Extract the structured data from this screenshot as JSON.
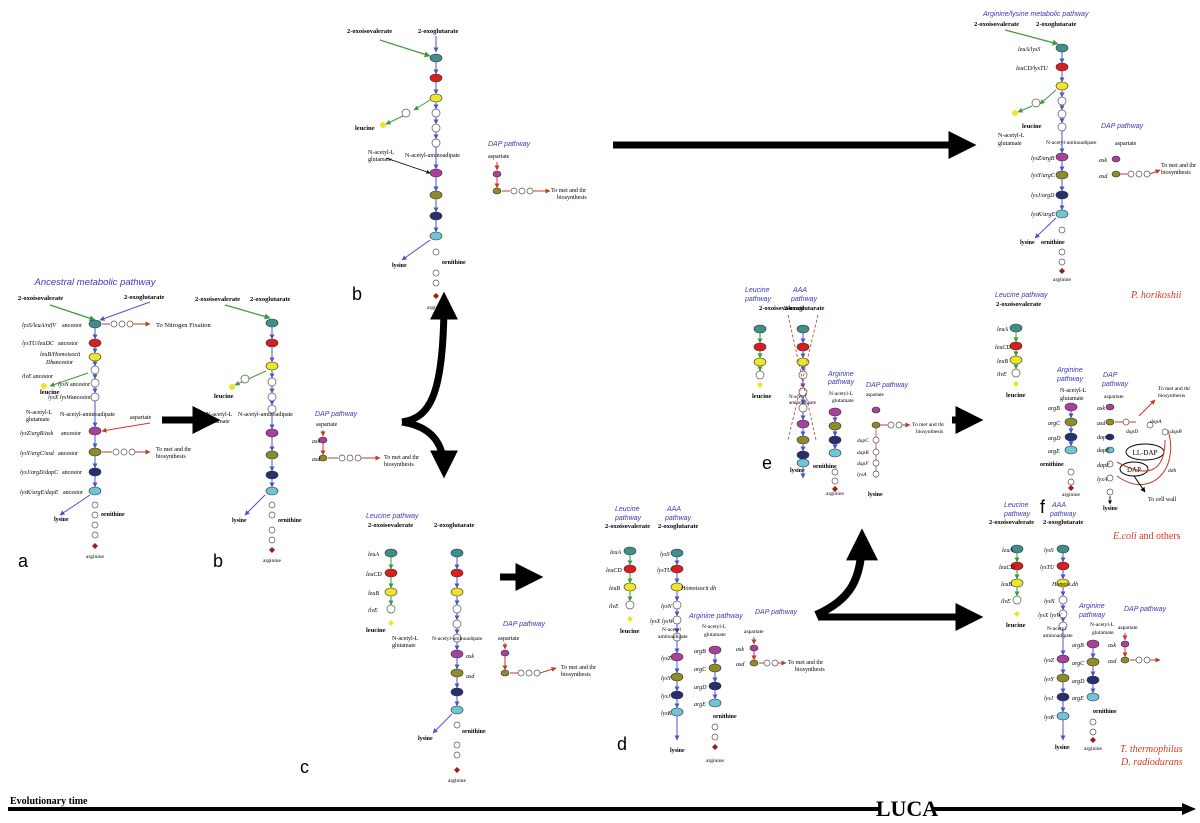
{
  "colors": {
    "teal": "#3e8f8c",
    "red": "#d81e1e",
    "yellow": "#ece52a",
    "magenta": "#a8419b",
    "olive": "#8f8a2a",
    "navy": "#27306e",
    "cyan": "#6fc4d8",
    "green": "#3b9a3b",
    "blue": "#4b56c4",
    "arrowRed": "#c43a2a",
    "dred": "#a01818"
  },
  "timeline": {
    "label": "Evolutionary time",
    "luca": "LUCA"
  },
  "panel_labels": {
    "a": "a",
    "b1": "b",
    "b2": "b",
    "c": "c",
    "d": "d",
    "e": "e",
    "f": "f"
  },
  "organisms": {
    "ph": "P. horikoshii",
    "ecoli_em": "E.coli",
    "ecoli_rest": " and others",
    "tt": "T. thermophilus",
    "dr": "D. radiodurans"
  },
  "common": {
    "oxoval": "2-oxoisovalerate",
    "oxoglu": "2-oxoglutarate",
    "leucine": "leucine",
    "lysine": "lysine",
    "ornithine": "ornithine",
    "arginine": "arginine",
    "aspartate": "aspartate",
    "nag": [
      "N-acetyl-L",
      "glutamate"
    ],
    "naaa": "N-acetyl-aminoadipate",
    "to_met": "To met and thr",
    "biosynth": "biosynthesis",
    "to_nitrogen": "To Nitrogen Fixation"
  },
  "pathways": {
    "ancestral": "Ancestral metabolic pathway",
    "dap": "DAP pathway",
    "leucine": [
      "Leucine",
      "pathway"
    ],
    "aaa": [
      "AAA",
      "pathway"
    ],
    "arginine": [
      "Arginine",
      "pathway"
    ],
    "arglys": "Arginine/lysine  metabolic  pathway"
  },
  "a": {
    "genes": [
      "lysS/leuA/nifV",
      "lysTU/leuDC",
      "leuB/Homoisocit",
      "Dh",
      "ilvE",
      "lysN",
      "lysX lysW",
      "lysZ/argB/ask",
      "lysY/argC/asd",
      "lysJ/argD/dapC",
      "lysK/argE/dapE"
    ],
    "anc": " ancestor",
    "genes_tail": " ancestor"
  },
  "ph": {
    "genes": [
      "leuA/lysS",
      "leuCD/lysTU",
      "lysZ/argB",
      "lysY/argC",
      "lysJ/argD",
      "lysK/argE",
      "ask",
      "asd"
    ]
  },
  "c": {
    "genes": [
      "leuA",
      "leuCD",
      "leuB",
      "ilvE",
      "ask",
      "asd"
    ]
  },
  "d": {
    "genes": [
      "leuA",
      "leuCD",
      "leuB",
      "ilvE",
      "lysS",
      "lysTU",
      "Homoisocit dh",
      "lysN",
      "lysX lysW",
      "lysZ",
      "lysY",
      "lysJ",
      "lysK",
      "argB",
      "argC",
      "argD",
      "argE",
      "ask",
      "asd"
    ],
    "naaa2": [
      "N-acetyl",
      "aminoadipate"
    ],
    "nag2": [
      "N-acetyl-L",
      "glutamate"
    ]
  },
  "e": {
    "naaa": [
      "N-acetyl",
      "aminoadipate"
    ],
    "genes": [
      "dapC",
      "dapB",
      "dapF",
      "lysA"
    ]
  },
  "f": {
    "genes": [
      "leuA",
      "leuCD",
      "leuB",
      "ilvE",
      "argB",
      "argC",
      "argD",
      "argE",
      "ask",
      "asd",
      "dapA",
      "dapB",
      "dapC",
      "dapD",
      "dapE",
      "dapF",
      "ddh",
      "lysA"
    ],
    "lldap": "LL-DAP",
    "dap": "DAP",
    "cellwall": "To cell wall"
  },
  "tt": {
    "genes": [
      "leuA",
      "leuCD",
      "leuB",
      "ilvE",
      "lysS",
      "lysTU",
      "Homois.dh",
      "lysN",
      "lysX lysW",
      "lysZ",
      "lysY",
      "lysJ",
      "lysK",
      "argB",
      "argC",
      "argD",
      "argE",
      "ask",
      "asd"
    ]
  }
}
